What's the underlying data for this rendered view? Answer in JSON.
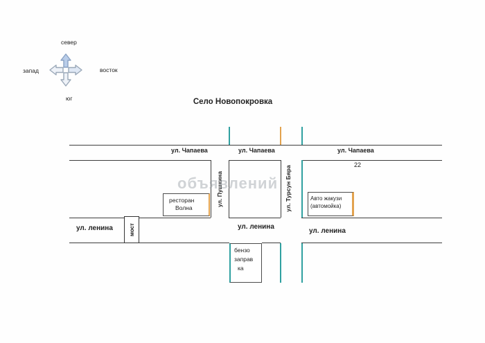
{
  "title": "Село Новопокровка",
  "watermark": "объявлений",
  "compass": {
    "north": "север",
    "south": "юг",
    "west": "запад",
    "east": "восток"
  },
  "streets": {
    "chapaeva": {
      "labels": [
        "ул. Чапаева",
        "ул. Чапаева",
        "ул. Чапаева"
      ]
    },
    "lenina": {
      "labels": [
        "ул. ленина",
        "ул. ленина",
        "ул. ленина"
      ]
    },
    "pushkina": {
      "label": "ул. Пушкина"
    },
    "tursun_byara": {
      "label": "ул. Турсун Бяра"
    }
  },
  "places": {
    "restaurant": {
      "line1": "ресторан",
      "line2": "Волна"
    },
    "carwash": {
      "line1": "Авто жакузи",
      "line2": "(автомойка)"
    },
    "gas_station": {
      "line1": "бензо",
      "line2": "заправ",
      "line3": "ка"
    },
    "bridge": "мост",
    "house_number": "22"
  },
  "colors": {
    "road_line": "#3c3c3c",
    "teal_accent": "#2fa0a0",
    "orange_accent": "#e2a24e",
    "compass_fill": "#c6d6ee"
  }
}
